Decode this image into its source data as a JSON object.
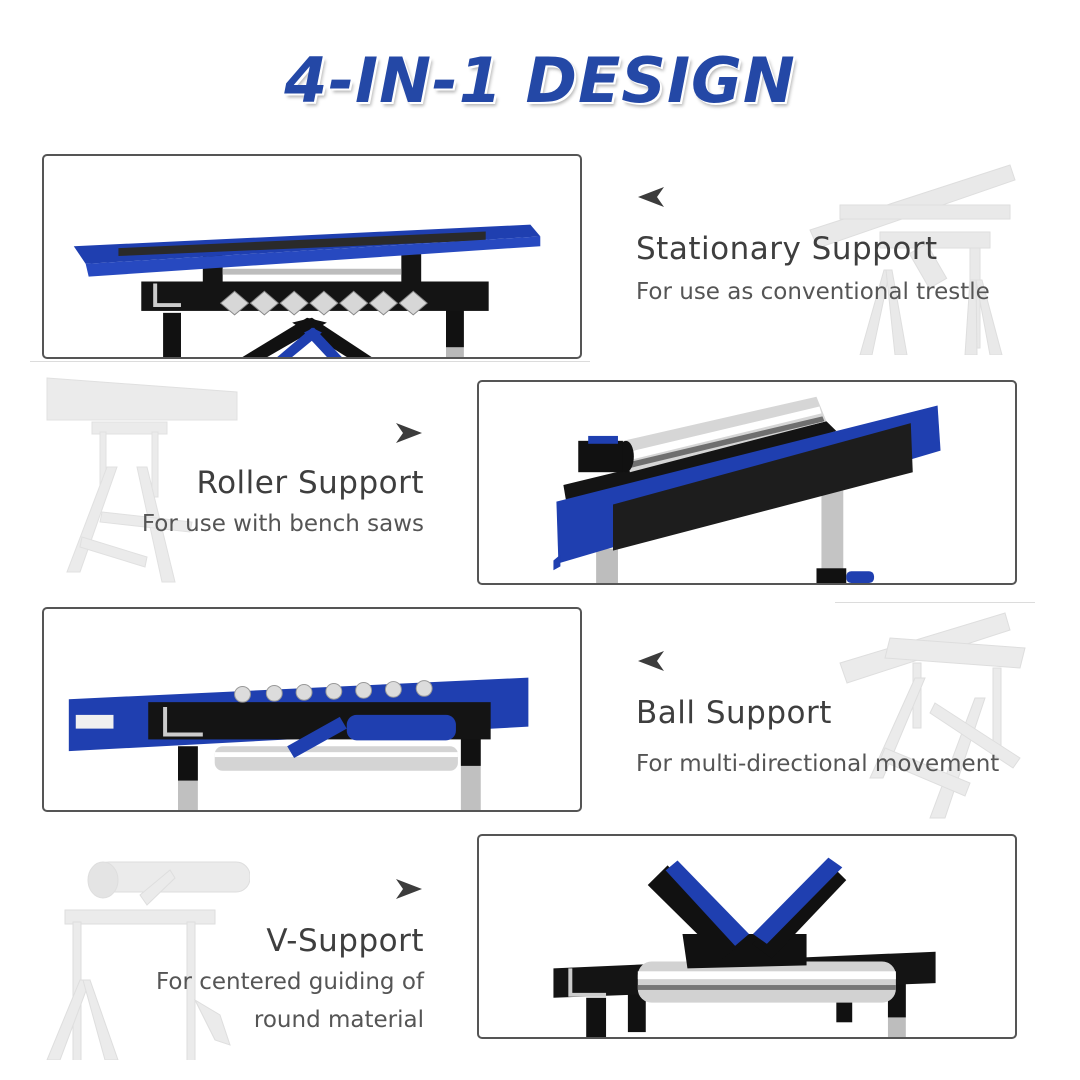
{
  "title": "4-IN-1 DESIGN",
  "colors": {
    "title_blue": "#2448a6",
    "product_blue": "#1f3fb0",
    "frame_black": "#151515",
    "chrome": "#c9c9c9",
    "panel_border": "#555555",
    "heading_text": "#3e3e3e",
    "sub_text": "#555555",
    "arrow": "#3c3c3c"
  },
  "sections": [
    {
      "id": "stationary",
      "heading": "Stationary Support",
      "description": [
        "For use as conventional trestle"
      ],
      "arrow": "arrow-left-icon",
      "photo_side": "left"
    },
    {
      "id": "roller",
      "heading": "Roller Support",
      "description": [
        "For use with bench saws"
      ],
      "arrow": "arrow-right-icon",
      "photo_side": "right"
    },
    {
      "id": "ball",
      "heading": "Ball Support",
      "description": [
        "For multi-directional movement"
      ],
      "arrow": "arrow-left-icon",
      "photo_side": "left"
    },
    {
      "id": "v-support",
      "heading": "V-Support",
      "description": [
        "For centered guiding of",
        "round material"
      ],
      "arrow": "arrow-right-icon",
      "photo_side": "right"
    }
  ]
}
